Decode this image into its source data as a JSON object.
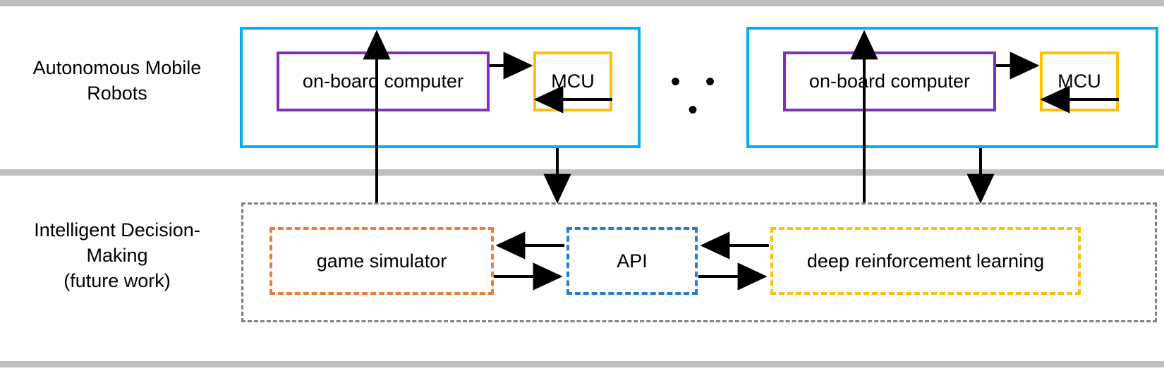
{
  "diagram": {
    "title": "System architecture: autonomous mobile robots and intelligent decision-making",
    "colors": {
      "cyan_group": "#00b0f0",
      "purple_box": "#7f32b5",
      "amber_box": "#ffc000",
      "orange_dashed": "#ed7d31",
      "blue_dashed": "#1f7fd0",
      "gray_dashed": "#808080",
      "band_gray": "#c0c0c0",
      "arrow": "#000000"
    }
  },
  "rows": [
    {
      "id": "autonomous-mobile-robots",
      "label": "Autonomous Mobile\nRobots",
      "groups": [
        {
          "id": "robot-1",
          "blocks": [
            {
              "id": "on-board-computer-1",
              "label": "on-board computer",
              "style": "solid-purple"
            },
            {
              "id": "mcu-1",
              "label": "MCU",
              "style": "solid-amber"
            }
          ]
        },
        {
          "id": "robot-2",
          "blocks": [
            {
              "id": "on-board-computer-2",
              "label": "on-board computer",
              "style": "solid-purple"
            },
            {
              "id": "mcu-2",
              "label": "MCU",
              "style": "solid-amber"
            }
          ]
        }
      ],
      "repeat_indicator": "• • •"
    },
    {
      "id": "intelligent-decision-making",
      "label": "Intelligent Decision-\nMaking\n(future work)",
      "blocks": [
        {
          "id": "game-simulator",
          "label": "game simulator",
          "style": "dashed-orange"
        },
        {
          "id": "api",
          "label": "API",
          "style": "dashed-blue"
        },
        {
          "id": "deep-reinforcement-learning",
          "label": "deep reinforcement learning",
          "style": "dashed-amber"
        }
      ]
    }
  ],
  "connections": [
    {
      "from": "on-board-computer-1",
      "to": "mcu-1",
      "direction": "right"
    },
    {
      "from": "mcu-1",
      "to": "on-board-computer-1",
      "direction": "left"
    },
    {
      "from": "on-board-computer-2",
      "to": "mcu-2",
      "direction": "right"
    },
    {
      "from": "mcu-2",
      "to": "on-board-computer-2",
      "direction": "left"
    },
    {
      "from": "intelligent-decision-making",
      "to": "robot-1",
      "direction": "up"
    },
    {
      "from": "robot-1",
      "to": "intelligent-decision-making",
      "direction": "down"
    },
    {
      "from": "intelligent-decision-making",
      "to": "robot-2",
      "direction": "up"
    },
    {
      "from": "robot-2",
      "to": "intelligent-decision-making",
      "direction": "down"
    },
    {
      "from": "api",
      "to": "game-simulator",
      "direction": "left"
    },
    {
      "from": "game-simulator",
      "to": "api",
      "direction": "right"
    },
    {
      "from": "deep-reinforcement-learning",
      "to": "api",
      "direction": "left"
    },
    {
      "from": "api",
      "to": "deep-reinforcement-learning",
      "direction": "right"
    }
  ]
}
